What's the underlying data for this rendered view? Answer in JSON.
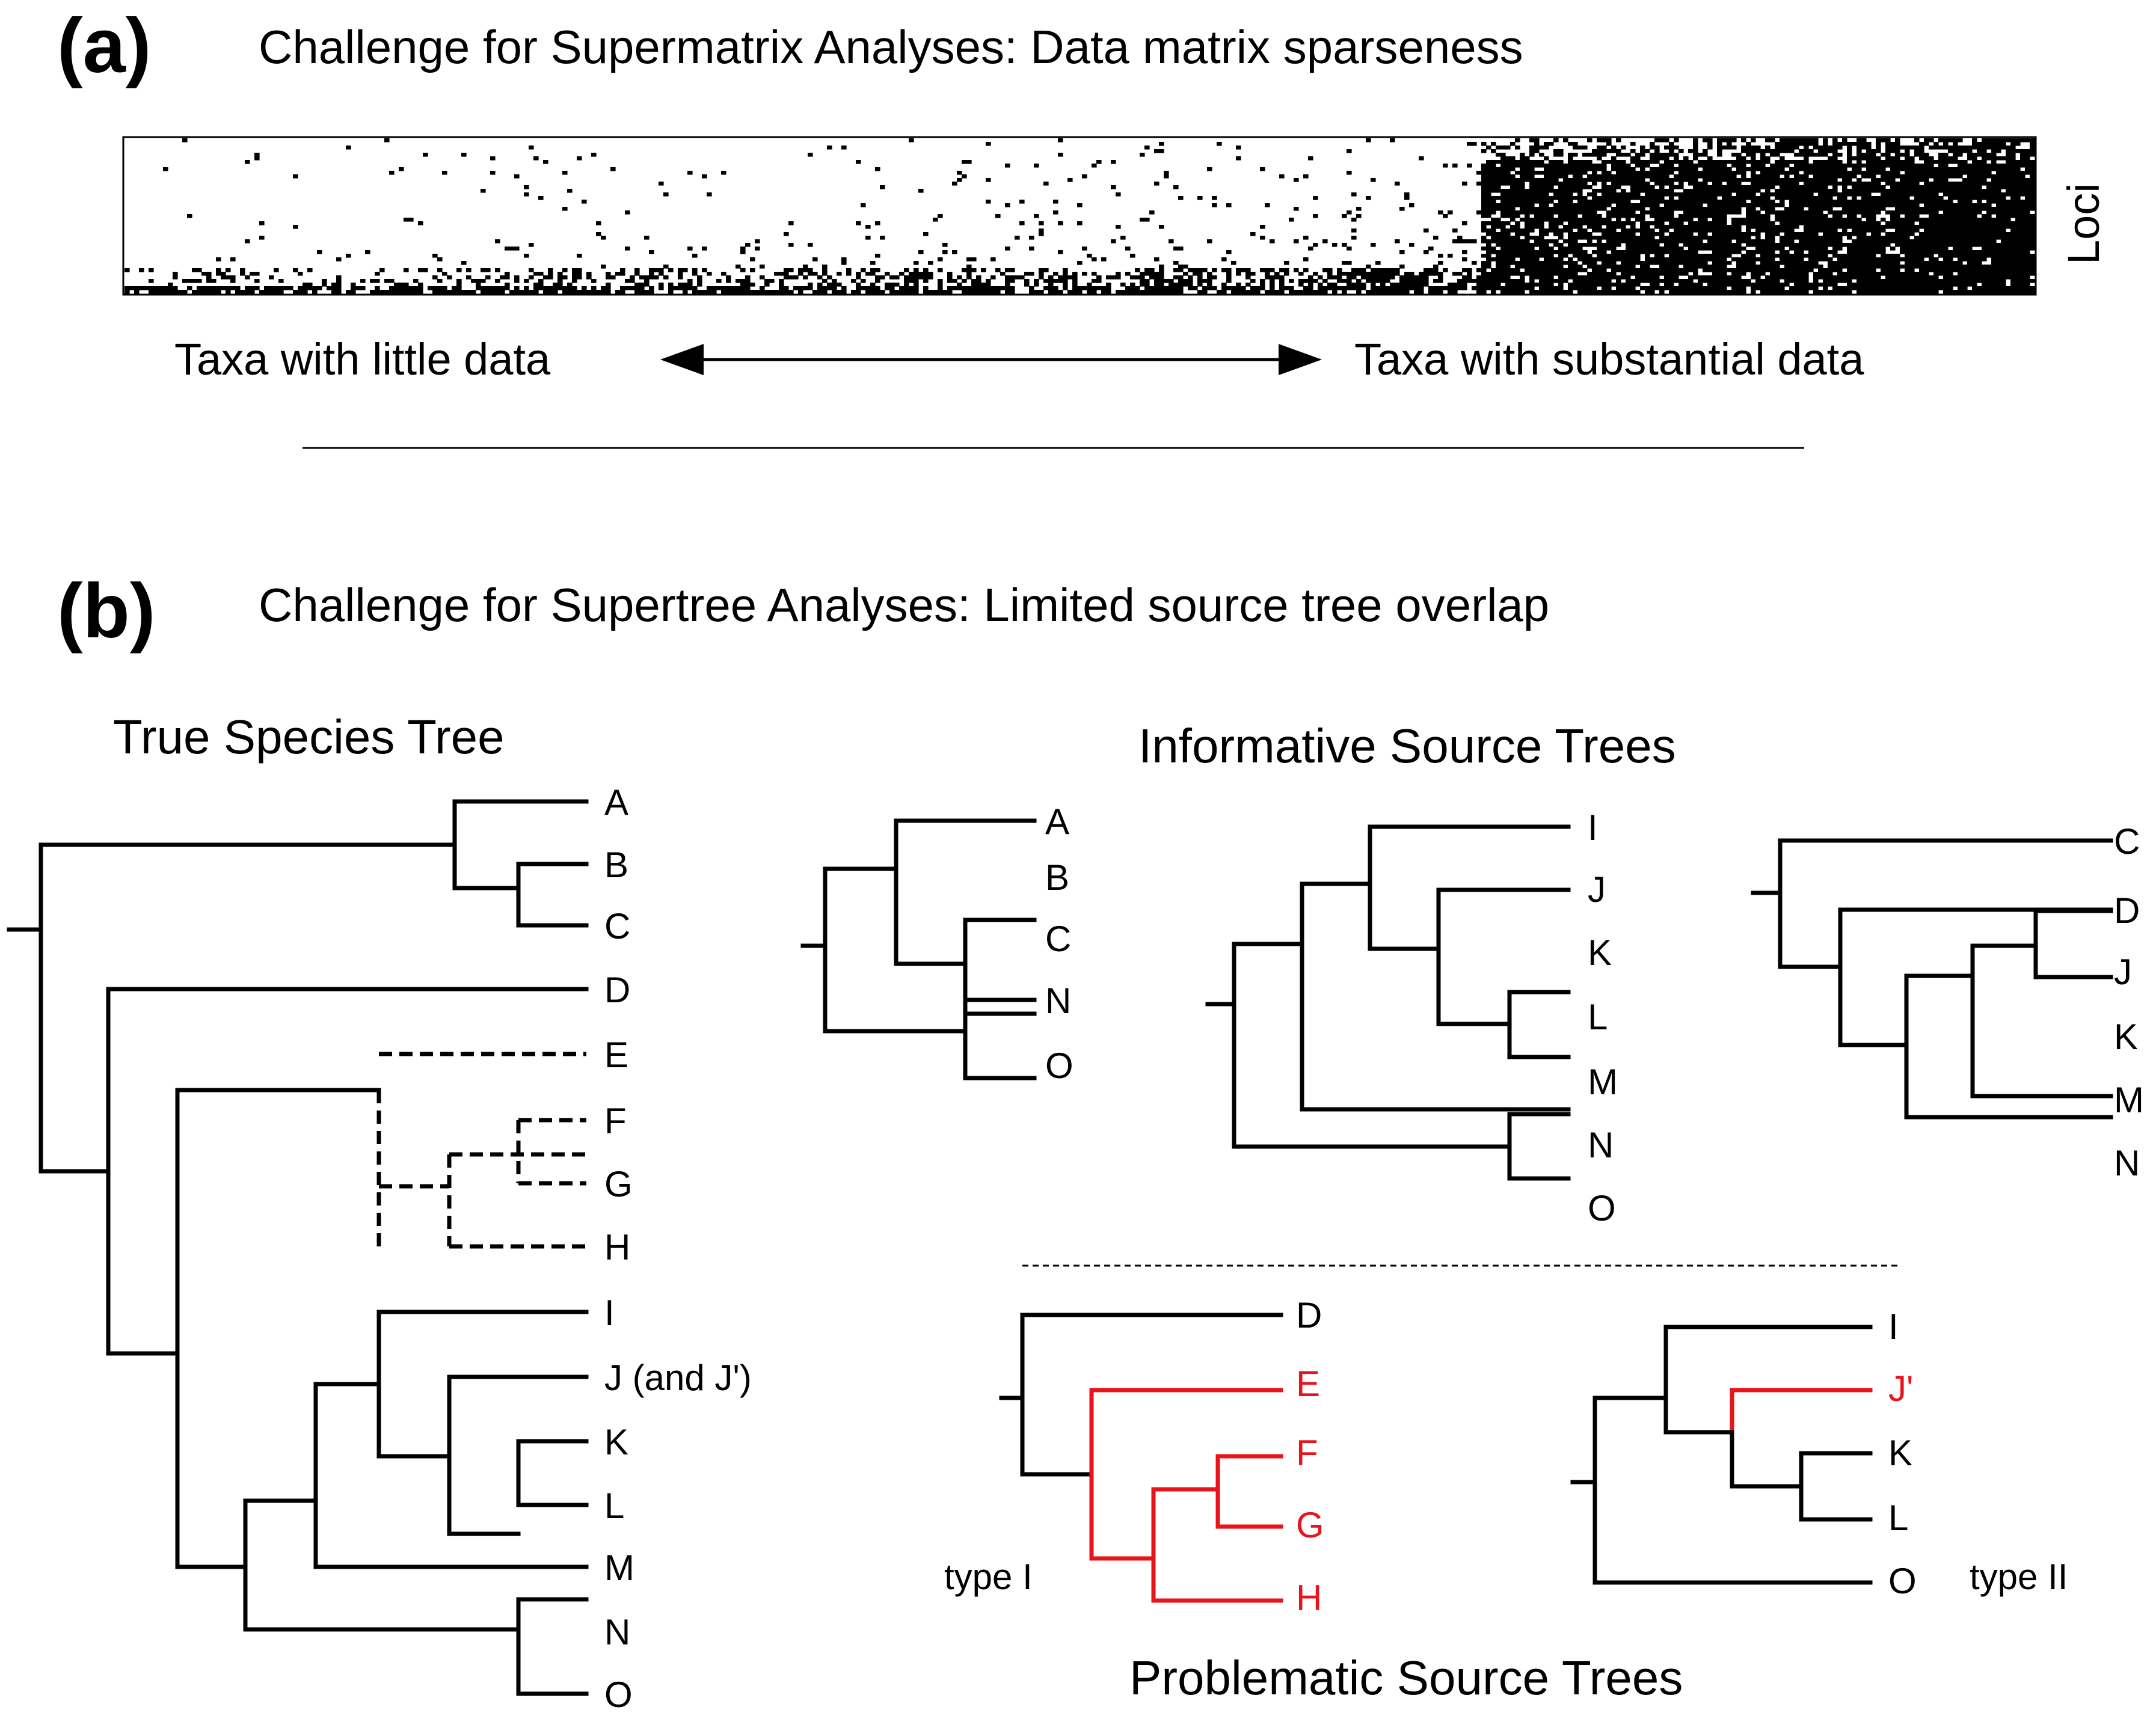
{
  "panel_a": {
    "letter": "(a)",
    "title": "Challenge for Supermatrix Analyses: Data matrix sparseness",
    "matrix_axis_label": "Loci",
    "left_label": "Taxa with little data",
    "right_label": "Taxa with substantial data"
  },
  "panel_b": {
    "letter": "(b)",
    "title": "Challenge for Supertree Analyses: Limited source tree overlap",
    "true_tree_title": "True Species Tree",
    "informative_title": "Informative Source Trees",
    "problematic_title": "Problematic Source Trees",
    "true_tree_leaves": [
      "A",
      "B",
      "C",
      "D",
      "E",
      "F",
      "G",
      "H",
      "I",
      "J (and J')",
      "K",
      "L",
      "M",
      "N",
      "O"
    ],
    "source_tree_1_leaves": [
      "A",
      "B",
      "C",
      "N",
      "O"
    ],
    "source_tree_2_leaves": [
      "I",
      "J",
      "K",
      "L",
      "M",
      "N",
      "O"
    ],
    "source_tree_3_leaves": [
      "C",
      "D",
      "J",
      "K",
      "M",
      "N"
    ],
    "problem_tree_1_leaves": [
      "D",
      "E",
      "F",
      "G",
      "H"
    ],
    "problem_tree_1_type": "type I",
    "problem_tree_2_leaves": [
      "I",
      "J'",
      "K",
      "L",
      "O"
    ],
    "problem_tree_2_type": "type II",
    "highlight_color": "#e8141a"
  }
}
